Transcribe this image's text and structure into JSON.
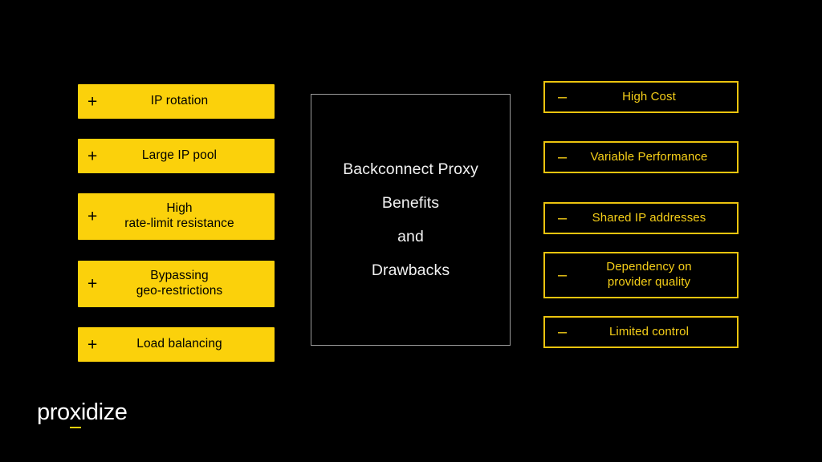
{
  "slide": {
    "background_color": "#000000",
    "accent_yellow": "#FBD10B",
    "outline_yellow": "#ECC40E",
    "text_white": "#F2F2F2",
    "center_border_color": "#9C9C9C"
  },
  "center_card": {
    "title_lines": [
      "Backconnect Proxy",
      "Benefits",
      "and",
      "Drawbacks"
    ]
  },
  "benefits": {
    "sign": "+",
    "items": [
      {
        "label": "IP rotation"
      },
      {
        "label": "Large IP pool"
      },
      {
        "label": "High\nrate-limit resistance"
      },
      {
        "label": "Bypassing\ngeo-restrictions"
      },
      {
        "label": "Load balancing"
      }
    ]
  },
  "drawbacks": {
    "sign": "–",
    "items": [
      {
        "label": "High Cost"
      },
      {
        "label": "Variable Performance"
      },
      {
        "label": "Shared IP addresses"
      },
      {
        "label": "Dependency on\nprovider quality"
      },
      {
        "label": "Limited control"
      }
    ]
  },
  "logo": {
    "part_before": "pro",
    "part_accent": "x",
    "part_after": "idize"
  }
}
